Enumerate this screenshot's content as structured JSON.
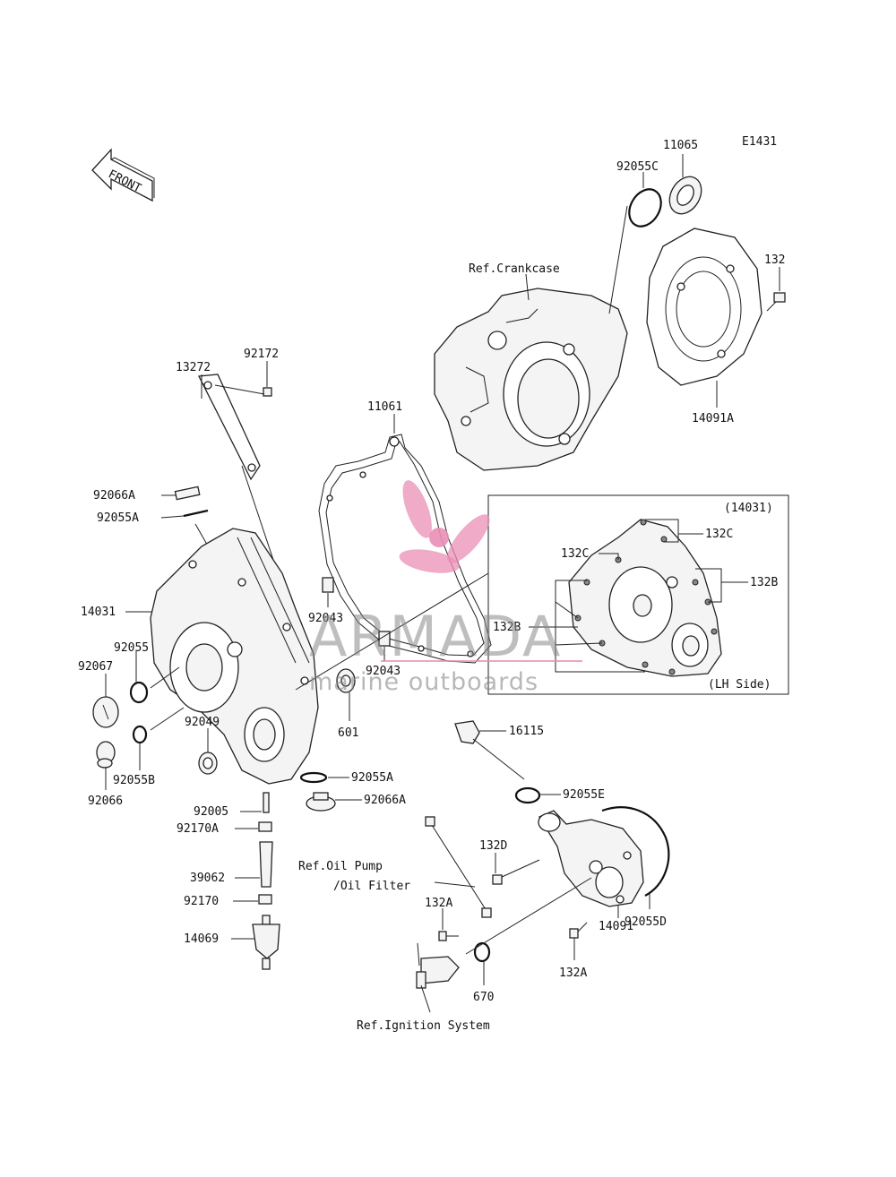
{
  "diagram_code": "E1431",
  "front_label": "FRONT",
  "watermark": {
    "brand": "ARMADA",
    "tagline": "marine outboards"
  },
  "inset": {
    "title": "(14031)",
    "side_label": "(LH Side)"
  },
  "refs": {
    "crankcase": "Ref.Crankcase",
    "oil_pump_line1": "Ref.Oil Pump",
    "oil_pump_line2": "/Oil Filter",
    "ignition": "Ref.Ignition System"
  },
  "callouts": {
    "c11065": "11065",
    "c92055C": "92055C",
    "c132": "132",
    "c14091A": "14091A",
    "c13272": "13272",
    "c92172": "92172",
    "c11061": "11061",
    "c92066A_top": "92066A",
    "c92055A_top": "92055A",
    "c14031": "14031",
    "c92055": "92055",
    "c92067": "92067",
    "c92043_a": "92043",
    "c92043_b": "92043",
    "c601": "601",
    "c92049": "92049",
    "c92055B": "92055B",
    "c92066": "92066",
    "c92055A_bot": "92055A",
    "c92066A_bot": "92066A",
    "c92005": "92005",
    "c92170A": "92170A",
    "c39062": "39062",
    "c92170": "92170",
    "c14069": "14069",
    "c132C_a": "132C",
    "c132C_b": "132C",
    "c132B_a": "132B",
    "c132B_b": "132B",
    "c16115": "16115",
    "c92055E": "92055E",
    "c132D": "132D",
    "c132A_a": "132A",
    "c132A_b": "132A",
    "c14091": "14091",
    "c92055D": "92055D",
    "c670": "670"
  }
}
